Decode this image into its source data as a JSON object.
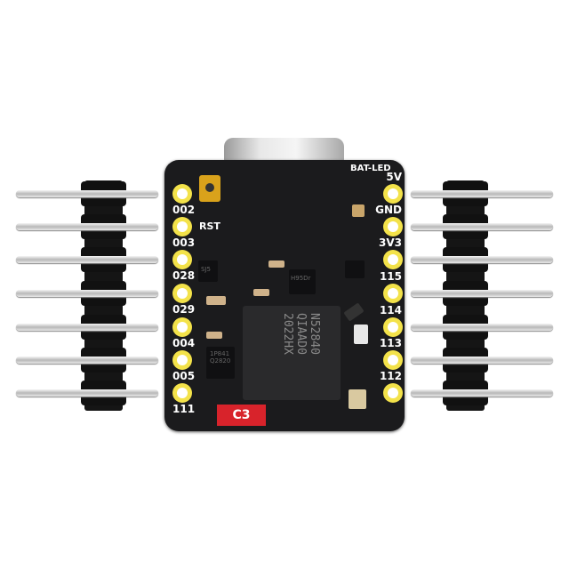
{
  "board": {
    "left_pins": [
      "002",
      "003",
      "028",
      "029",
      "004",
      "005",
      "111"
    ],
    "right_pins": [
      "5V",
      "GND",
      "3V3",
      "115",
      "114",
      "113",
      "112"
    ],
    "reset_label": "RST",
    "led_label": "BAT-LED",
    "chip_text": "N52840\nQIAAD0\n2022HX",
    "flash_text": "1P841\nQ2820",
    "reg_text": "H95Dr",
    "small_ic_text": "SJ5",
    "red_logo": "C3"
  },
  "colors": {
    "pcb": "#1b1b1d",
    "pad": "#f3e24a",
    "header": "#151515"
  }
}
